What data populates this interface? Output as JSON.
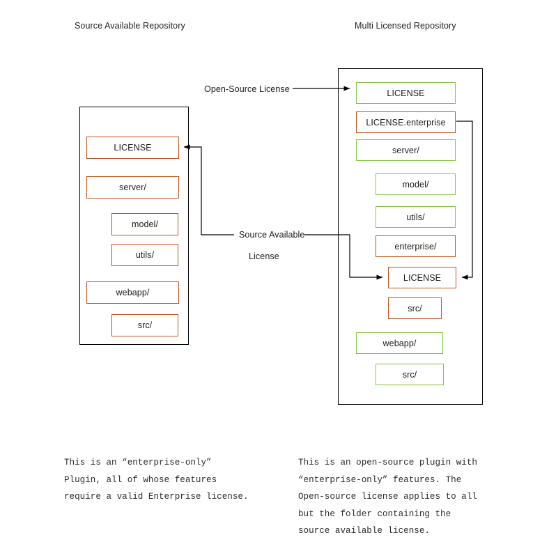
{
  "diagram": {
    "title_left": "Source Available Repository",
    "title_right": "Multi Licensed Repository"
  },
  "colors": {
    "open_source": "#82c341",
    "source_available": "#c0531c",
    "container_border": "#000000",
    "arrow": "#000000",
    "text": "#1a1a1a"
  },
  "left_repo": {
    "name": "Source Available Repository",
    "entries": [
      {
        "label": "LICENSE",
        "color": "#c0531c",
        "indent": 0
      },
      {
        "label": "server/",
        "color": "#c0531c",
        "indent": 0
      },
      {
        "label": "model/",
        "color": "#c0531c",
        "indent": 1
      },
      {
        "label": "utils/",
        "color": "#c0531c",
        "indent": 1
      },
      {
        "label": "webapp/",
        "color": "#c0531c",
        "indent": 0
      },
      {
        "label": "src/",
        "color": "#c0531c",
        "indent": 1
      }
    ]
  },
  "right_repo": {
    "name": "Multi Licensed Repository",
    "entries": [
      {
        "label": "LICENSE",
        "color": "#82c341",
        "indent": 0
      },
      {
        "label": "LICENSE.enterprise",
        "color": "#c0531c",
        "indent": 0
      },
      {
        "label": "server/",
        "color": "#82c341",
        "indent": 0
      },
      {
        "label": "model/",
        "color": "#82c341",
        "indent": 1
      },
      {
        "label": "utils/",
        "color": "#82c341",
        "indent": 1
      },
      {
        "label": "enterprise/",
        "color": "#c0531c",
        "indent": 1
      },
      {
        "label": "LICENSE",
        "color": "#c0531c",
        "indent": 2
      },
      {
        "label": "src/",
        "color": "#c0531c",
        "indent": 2
      },
      {
        "label": "webapp/",
        "color": "#82c341",
        "indent": 0
      },
      {
        "label": "src/",
        "color": "#82c341",
        "indent": 1
      }
    ]
  },
  "annotations": {
    "open_source_license": "Open-Source License",
    "source_available_line1": "Source Available",
    "source_available_line2": "License"
  },
  "captions": {
    "left": "This is an “enter­prise-only”\nPlugin, all of whose features\nrequire a valid Enterprise license.",
    "left_lines": [
      "This is an “enterprise-only”",
      "Plugin, all of whose features",
      "require a valid Enterprise license."
    ],
    "right_lines": [
      "This is an open-source plugin with",
      "“enterprise-only” features. The",
      "Open-source license applies to all",
      "but the folder containing the",
      "source available license."
    ]
  }
}
